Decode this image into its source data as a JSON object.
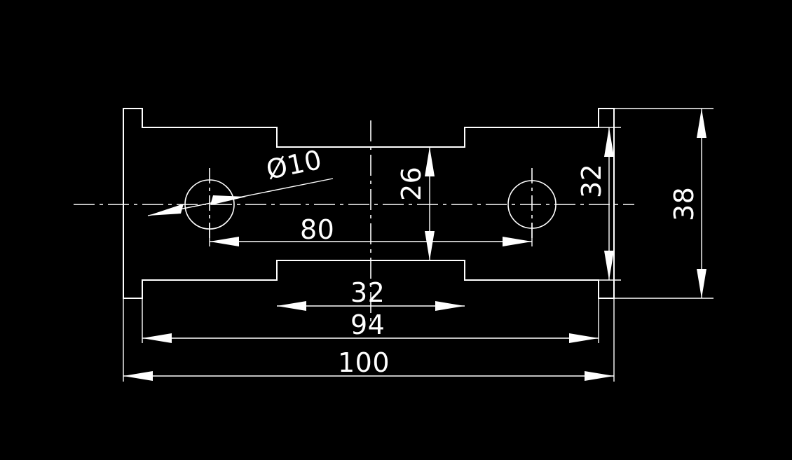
{
  "drawing": {
    "title": "Orthographic part drawing",
    "background_color": "#000000",
    "line_color": "#ffffff",
    "units": "mm",
    "projection": "front view"
  },
  "dimensions": {
    "hole_diameter": "Ø10",
    "hole_spacing": "80",
    "center_notch_width": "32",
    "notch_depth_from_top": "26",
    "body_length_step": "94",
    "overall_length": "100",
    "body_height": "32",
    "overall_height": "38"
  },
  "labels": {
    "diameter_label": "Ø10",
    "spacing_label": "80",
    "notch_width_label": "32",
    "notch_depth_label": "26",
    "step_length_label": "94",
    "overall_length_label": "100",
    "body_height_label": "32",
    "overall_height_label": "38"
  },
  "features": {
    "left_hole": {
      "name": "left-through-hole",
      "diameter": "Ø10"
    },
    "right_hole": {
      "name": "right-through-hole",
      "diameter": "Ø10"
    },
    "top_notch": {
      "name": "top-center-notch",
      "width": "32",
      "depth": "26"
    },
    "bottom_boss": {
      "name": "bottom-center-boss",
      "width": "32"
    },
    "left_tab": {
      "name": "left-end-tab"
    },
    "right_tab": {
      "name": "right-end-tab"
    }
  }
}
